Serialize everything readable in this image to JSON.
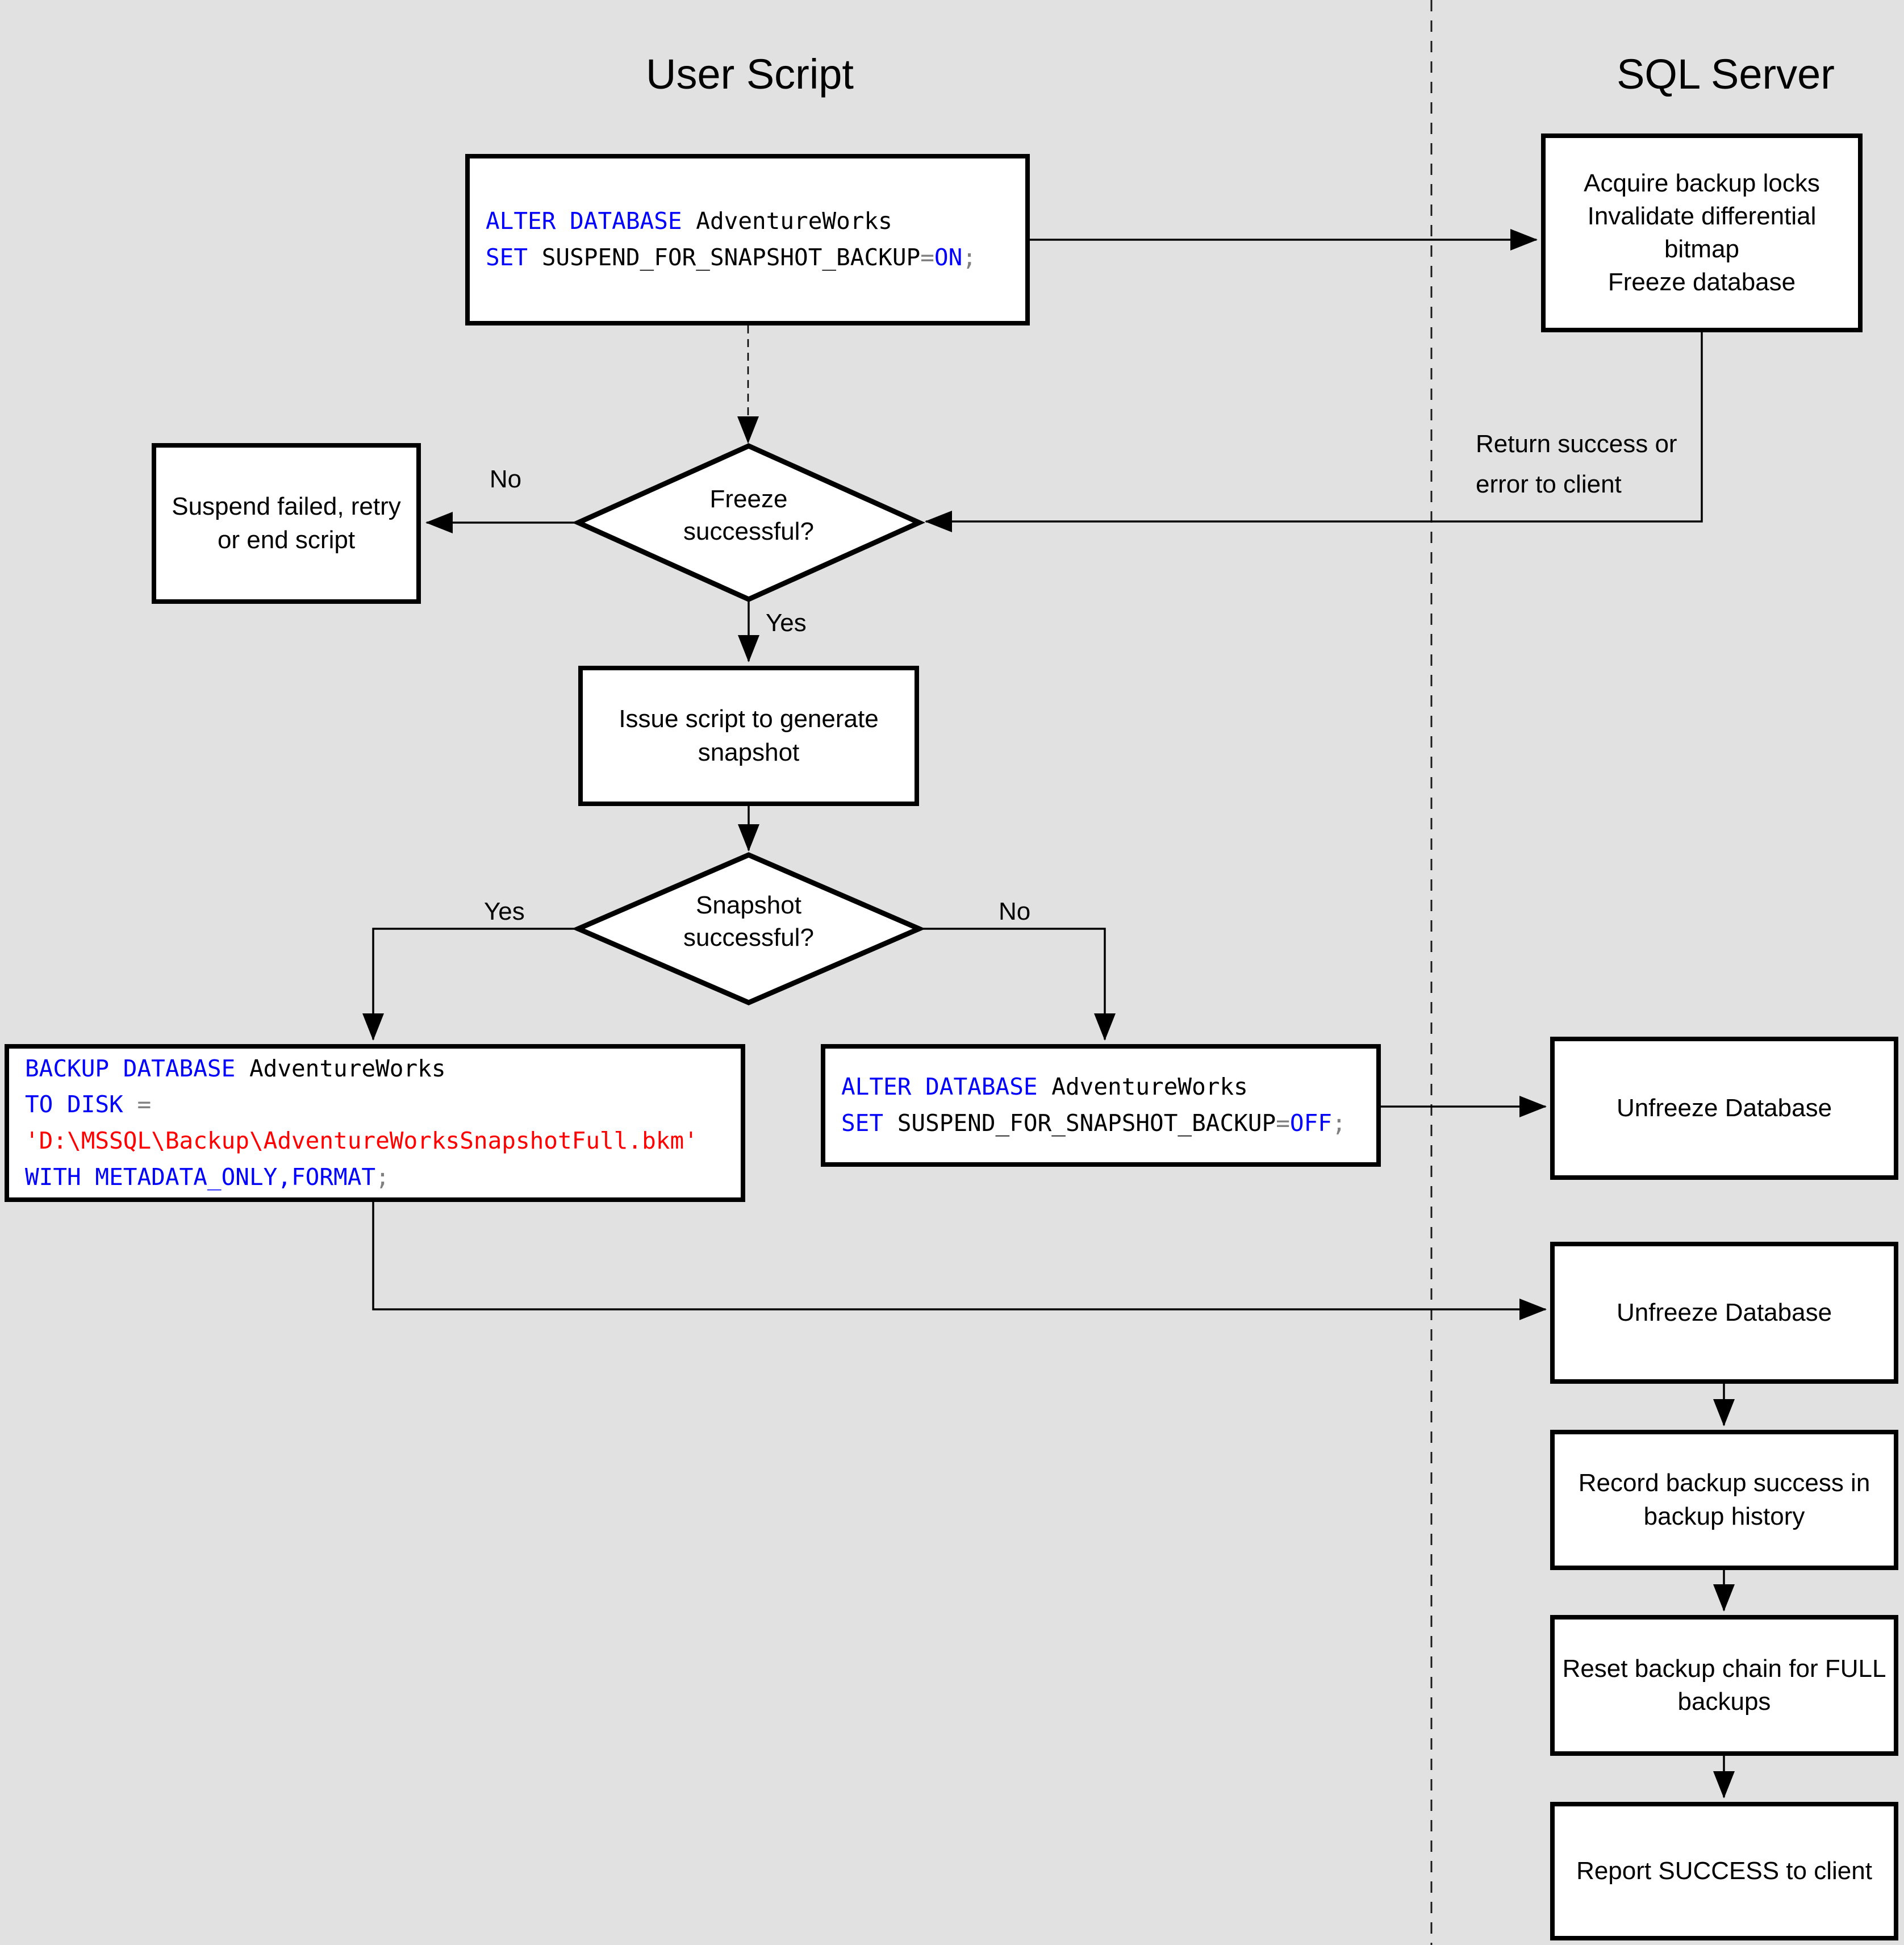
{
  "titles": {
    "left": "User Script",
    "right": "SQL Server"
  },
  "colors": {
    "keyword": "#0000FF",
    "plain": "#000000",
    "operator": "#808080",
    "string": "#FF0000",
    "background": "#E1E1E1",
    "box_fill": "#FFFFFF",
    "line": "#000000"
  },
  "nodes": {
    "alter_on": {
      "lines": [
        [
          {
            "t": "ALTER DATABASE",
            "c": "kw"
          },
          {
            "t": " AdventureWorks",
            "c": "pl"
          }
        ],
        [
          {
            "t": "SET",
            "c": "kw"
          },
          {
            "t": " SUSPEND_FOR_SNAPSHOT_BACKUP",
            "c": "pl"
          },
          {
            "t": "=",
            "c": "op"
          },
          {
            "t": "ON",
            "c": "kw"
          },
          {
            "t": ";",
            "c": "op"
          }
        ]
      ]
    },
    "acquire": {
      "lines": [
        "Acquire backup locks",
        "Invalidate differential bitmap",
        "Freeze database"
      ]
    },
    "freeze_decision": {
      "text": "Freeze successful?"
    },
    "suspend": {
      "text": "Suspend failed, retry or end script"
    },
    "issue": {
      "text": "Issue script to generate snapshot"
    },
    "snapshot_decision": {
      "text": "Snapshot successful?"
    },
    "backup": {
      "lines": [
        [
          {
            "t": "BACKUP DATABASE",
            "c": "kw"
          },
          {
            "t": " AdventureWorks",
            "c": "pl"
          }
        ],
        [
          {
            "t": "TO DISK ",
            "c": "kw"
          },
          {
            "t": "=",
            "c": "op"
          }
        ],
        [
          {
            "t": "'D:\\MSSQL\\Backup\\AdventureWorksSnapshotFull.bkm'",
            "c": "str"
          }
        ],
        [
          {
            "t": "WITH METADATA_ONLY,FORMAT",
            "c": "kw"
          },
          {
            "t": ";",
            "c": "op"
          }
        ]
      ]
    },
    "alter_off": {
      "lines": [
        [
          {
            "t": "ALTER DATABASE",
            "c": "kw"
          },
          {
            "t": " AdventureWorks",
            "c": "pl"
          }
        ],
        [
          {
            "t": "SET",
            "c": "kw"
          },
          {
            "t": " SUSPEND_FOR_SNAPSHOT_BACKUP",
            "c": "pl"
          },
          {
            "t": "=",
            "c": "op"
          },
          {
            "t": "OFF",
            "c": "kw"
          },
          {
            "t": ";",
            "c": "op"
          }
        ]
      ]
    },
    "unfreeze1": {
      "text": "Unfreeze Database"
    },
    "unfreeze2": {
      "text": "Unfreeze Database"
    },
    "record": {
      "text": "Record backup success in backup history"
    },
    "reset": {
      "text": "Reset backup chain for FULL backups"
    },
    "report": {
      "text": "Report SUCCESS to client"
    }
  },
  "edge_labels": {
    "freeze_no": "No",
    "freeze_yes": "Yes",
    "snapshot_yes": "Yes",
    "snapshot_no": "No",
    "return_note": "Return success or error to client"
  }
}
